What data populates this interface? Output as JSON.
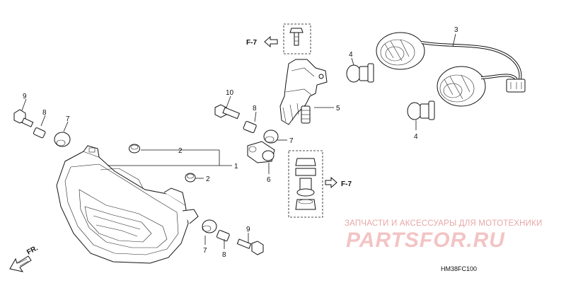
{
  "callouts": {
    "c1": "1",
    "c2a": "2",
    "c2b": "2",
    "c3": "3",
    "c4a": "4",
    "c4b": "4",
    "c5": "5",
    "c6": "6",
    "c7a": "7",
    "c7b": "7",
    "c7c": "7",
    "c8a": "8",
    "c8b": "8",
    "c8c": "8",
    "c9a": "9",
    "c9b": "9",
    "c10": "10"
  },
  "refs": {
    "top": "F-7",
    "right": "F-7"
  },
  "direction_label": "FR.",
  "diagram_code": "HM38FC100",
  "watermark": {
    "line1": "ЗАПЧАСТИ И АКСЕССУАРЫ ДЛЯ МОТОТЕХНИКИ",
    "line2": "PARTSFOR.RU"
  }
}
